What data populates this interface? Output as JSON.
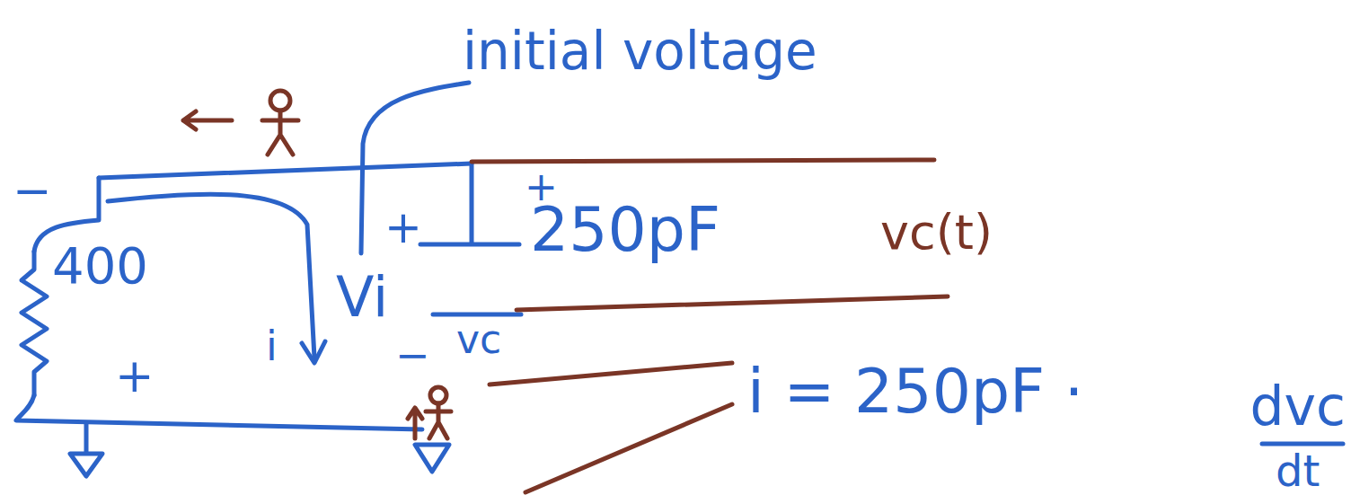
{
  "diagram": {
    "labels": [
      "initial voltage",
      "−",
      "400",
      "+",
      "i",
      "Vi",
      "+",
      "+",
      "250pF",
      "vc(t)",
      "−",
      "vc",
      "i = 250pF ·",
      "dvc",
      "dt"
    ]
  }
}
